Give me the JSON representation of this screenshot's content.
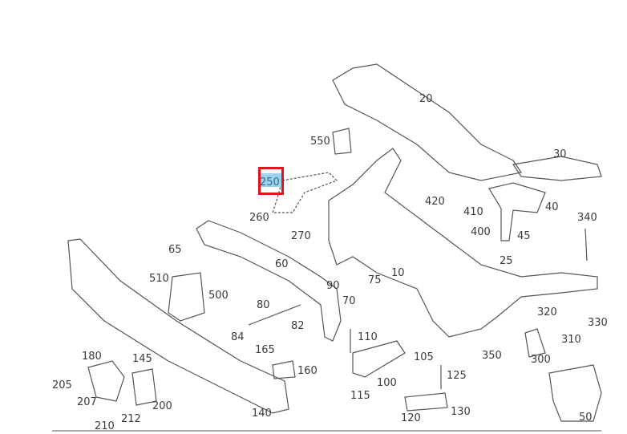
{
  "highlighted_part": "250",
  "colors": {
    "highlight_border": "#e0141c",
    "highlight_fill": "#9fd3ee",
    "line": "#555555"
  },
  "labels": [
    "20",
    "30",
    "550",
    "250",
    "420",
    "410",
    "40",
    "340",
    "260",
    "270",
    "400",
    "45",
    "65",
    "25",
    "60",
    "10",
    "75",
    "510",
    "90",
    "500",
    "80",
    "70",
    "320",
    "330",
    "82",
    "84",
    "110",
    "310",
    "165",
    "145",
    "180",
    "105",
    "350",
    "300",
    "160",
    "125",
    "205",
    "100",
    "207",
    "115",
    "200",
    "140",
    "130",
    "212",
    "120",
    "50",
    "210"
  ]
}
